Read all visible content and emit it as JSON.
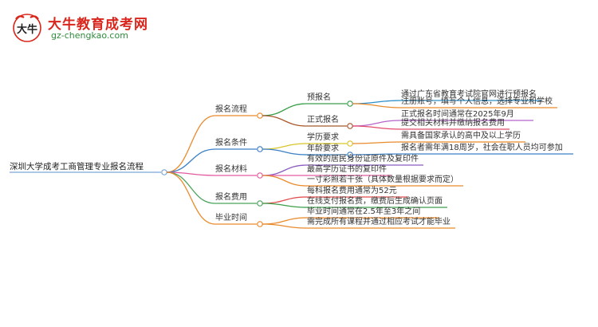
{
  "header": {
    "logo_title": "大牛教育成考网",
    "logo_url": "gz-chengkao.com",
    "logo_mark_text": "大牛"
  },
  "mindmap": {
    "root": "深圳大学成考工商管理专业报名流程",
    "branches": [
      {
        "label": "报名流程",
        "color": "#e98a2c",
        "children": [
          {
            "label": "预报名",
            "color": "#3b9f4a",
            "children": [
              {
                "label": "通过广东省教育考试院官网进行预报名",
                "color": "#2f8fc9"
              },
              {
                "label": "注册账号，填写个人信息，选择专业和学校",
                "color": "#e98a2c"
              }
            ]
          },
          {
            "label": "正式报名",
            "color": "#a8582c",
            "children": [
              {
                "label": "正式报名时间通常在2025年9月",
                "color": "#b565c9"
              },
              {
                "label": "提交相关材料并缴纳报名费用",
                "color": "#e24c6c"
              }
            ]
          }
        ]
      },
      {
        "label": "报名条件",
        "color": "#3b7fc4",
        "children": [
          {
            "label": "学历要求",
            "color": "#d8c62a",
            "children": [
              {
                "label": "需具备国家承认的高中及以上学历",
                "color": "#e98a2c"
              }
            ]
          },
          {
            "label": "年龄要求",
            "color": "#3b7fc4",
            "children": [
              {
                "label": "报名者需年满18周岁，社会在职人员均可参加",
                "color": "#3b7fc4"
              }
            ]
          }
        ]
      },
      {
        "label": "报名材料",
        "color": "#e45aa0",
        "children": [
          {
            "label": "有效的居民身份证原件及复印件",
            "color": "#8a5cc0"
          },
          {
            "label": "最高学历证书的复印件",
            "color": "#e45aa0"
          },
          {
            "label": "一寸彩照若干张（具体数量根据要求而定）",
            "color": "#e98a2c"
          }
        ]
      },
      {
        "label": "报名费用",
        "color": "#4aa35a",
        "children": [
          {
            "label": "每科报名费用通常为52元",
            "color": "#e24c4c"
          },
          {
            "label": "在线支付报名费，缴费后生成确认页面",
            "color": "#3b9f4a"
          }
        ]
      },
      {
        "label": "毕业时间",
        "color": "#e98a2c",
        "children": [
          {
            "label": "毕业时间通常在2.5年至3年之间",
            "color": "#e98a2c"
          },
          {
            "label": "需完成所有课程并通过相应考试才能毕业",
            "color": "#e98a2c"
          }
        ]
      }
    ]
  }
}
